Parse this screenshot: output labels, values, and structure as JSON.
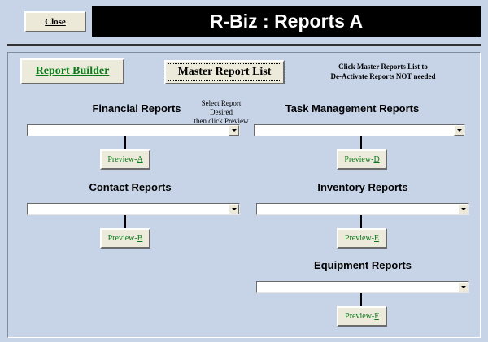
{
  "header": {
    "close_label": "Close",
    "title": "R-Biz : Reports A"
  },
  "toolbar": {
    "report_builder_label": "Report Builder",
    "master_list_label": "Master Report List",
    "master_note_line1": "Click Master Reports List to",
    "master_note_line2": "De-Activate Reports NOT needed",
    "select_note_line1": "Select Report Desired",
    "select_note_line2": "then click Preview"
  },
  "sections": {
    "financial": {
      "label": "Financial Reports",
      "value": "",
      "preview_prefix": "Preview-",
      "preview_key": "A"
    },
    "task": {
      "label": "Task Management Reports",
      "value": "",
      "preview_prefix": "Preview-",
      "preview_key": "D"
    },
    "contact": {
      "label": "Contact Reports",
      "value": "",
      "preview_prefix": "Preview-",
      "preview_key": "B"
    },
    "inventory": {
      "label": "Inventory Reports",
      "value": "",
      "preview_prefix": "Preview-",
      "preview_key": "E"
    },
    "equipment": {
      "label": "Equipment Reports",
      "value": "",
      "preview_prefix": "Preview-",
      "preview_key": "F"
    }
  },
  "colors": {
    "background": "#c7d4e8",
    "title_bar": "#000000",
    "accent_green": "#0a7a1a"
  }
}
